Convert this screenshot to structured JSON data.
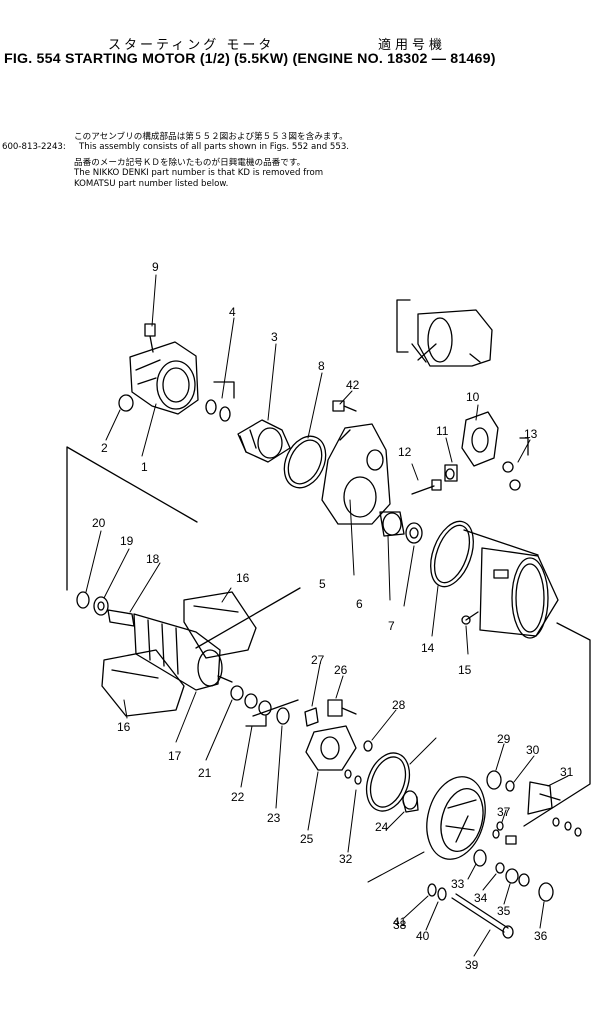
{
  "header": {
    "jp_title": "スターティング モータ",
    "jp_applicability": "適用号機",
    "fig_title": "FIG. 554  STARTING MOTOR (1/2) (5.5KW) (ENGINE NO. 18302 — 81469)"
  },
  "notes": {
    "jp_line1": "このアセンブリの構成部品は第５５２図および第５５３図を含みます。",
    "assembly_part_no": "600-813-2243:",
    "en_line1": "This assembly consists of all parts shown in Figs. 552 and 553.",
    "jp_line2": "品番のメーカ記号ＫＤを除いたものが日興電機の品番です。",
    "en_line2": "The NIKKO DENKI part number is that KD is removed from",
    "en_line3": "KOMATSU part number listed below."
  },
  "callouts": [
    "1",
    "2",
    "3",
    "4",
    "5",
    "6",
    "7",
    "8",
    "9",
    "10",
    "11",
    "12",
    "13",
    "14",
    "15",
    "16",
    "16",
    "17",
    "18",
    "19",
    "20",
    "21",
    "22",
    "23",
    "24",
    "25",
    "26",
    "27",
    "28",
    "29",
    "30",
    "31",
    "32",
    "33",
    "34",
    "35",
    "36",
    "37",
    "38",
    "39",
    "40",
    "41",
    "42",
    "43"
  ],
  "colors": {
    "ink": "#000000",
    "paper": "#ffffff"
  }
}
